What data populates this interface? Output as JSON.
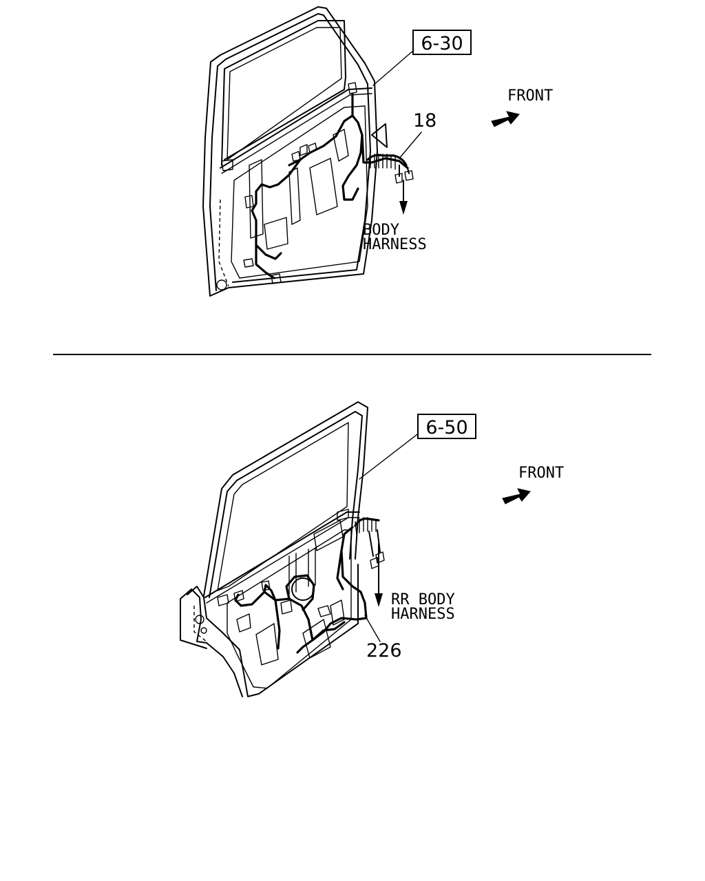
{
  "top_diagram": {
    "ref_box": "6-30",
    "part_number": "18",
    "direction_label": "FRONT",
    "harness_label_line1": "BODY",
    "harness_label_line2": "HARNESS"
  },
  "bottom_diagram": {
    "ref_box": "6-50",
    "part_number": "226",
    "direction_label": "FRONT",
    "harness_label_line1": "RR BODY",
    "harness_label_line2": "HARNESS"
  }
}
